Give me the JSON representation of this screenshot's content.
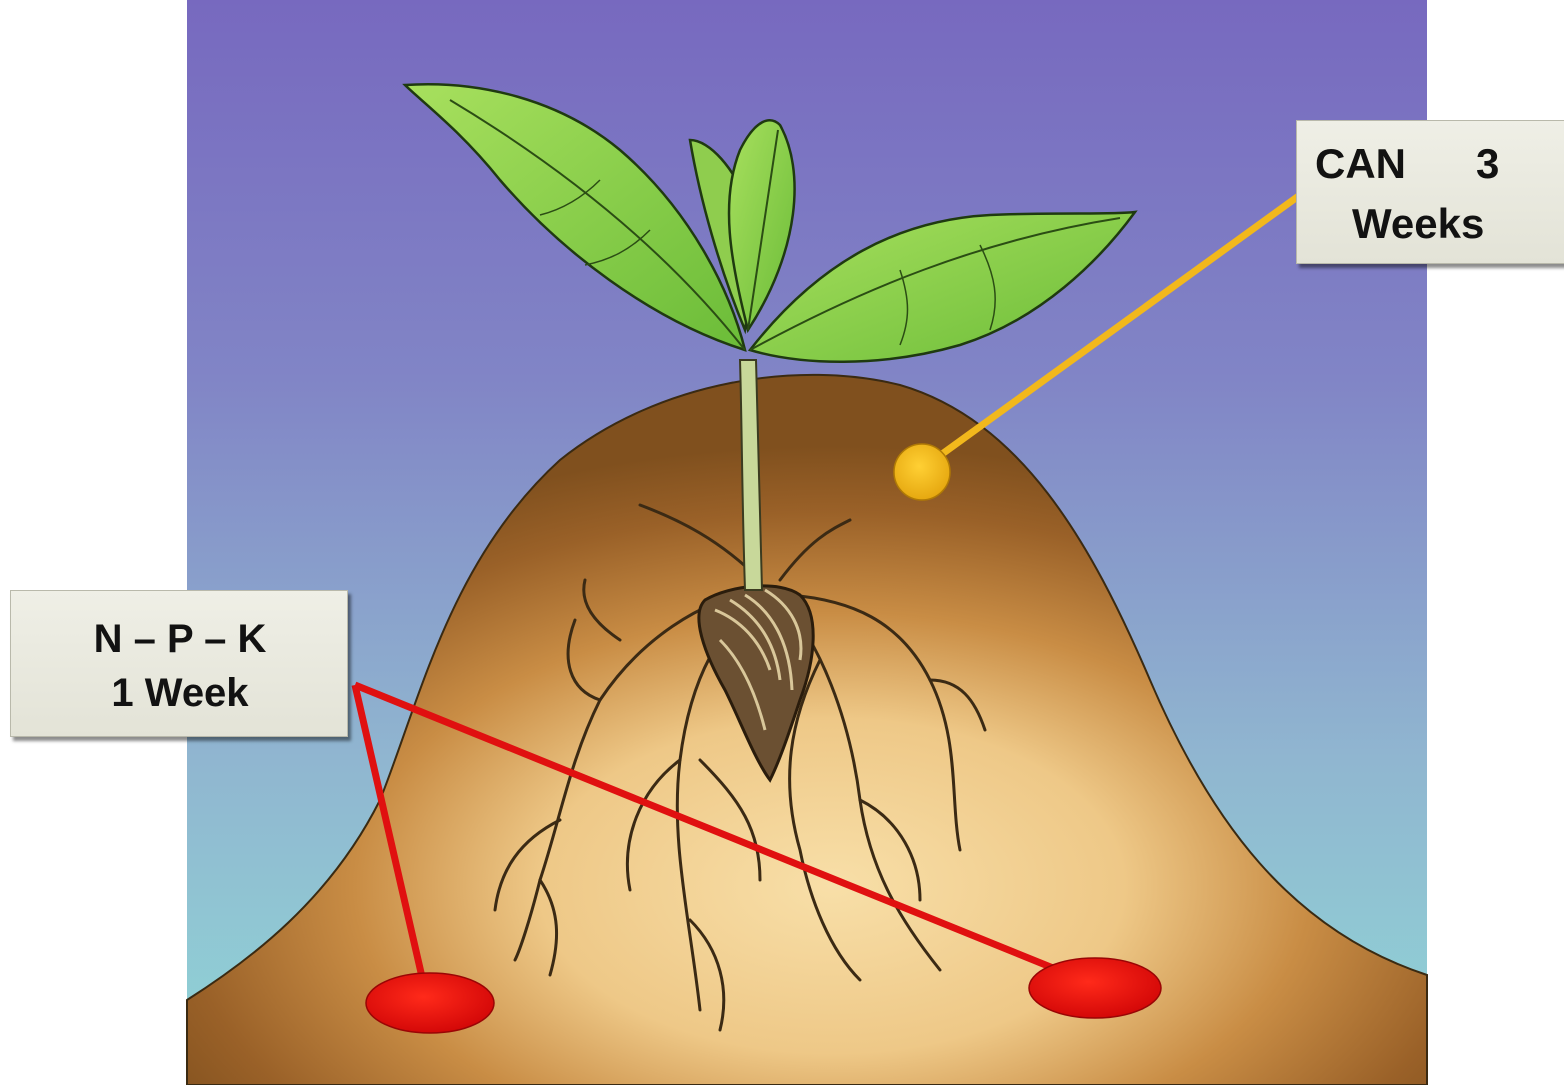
{
  "page": {
    "title": ""
  },
  "labels": {
    "can": {
      "line1": "CAN      3",
      "line2": "Weeks"
    },
    "npk": {
      "line1": "N – P – K",
      "line2": "1 Week"
    }
  },
  "colors": {
    "sky_top": "#7a6cc0",
    "sky_bottom": "#8fd3d6",
    "soil_dark": "#8a5622",
    "soil_light": "#f6d9a0",
    "leaf": "#8ed24f",
    "can_marker": "#f0b81a",
    "npk_marker": "#e81010",
    "label_bg": "#e8e8dc"
  },
  "icons": {
    "can_marker": "yellow-dot",
    "npk_marker": "red-oval"
  }
}
